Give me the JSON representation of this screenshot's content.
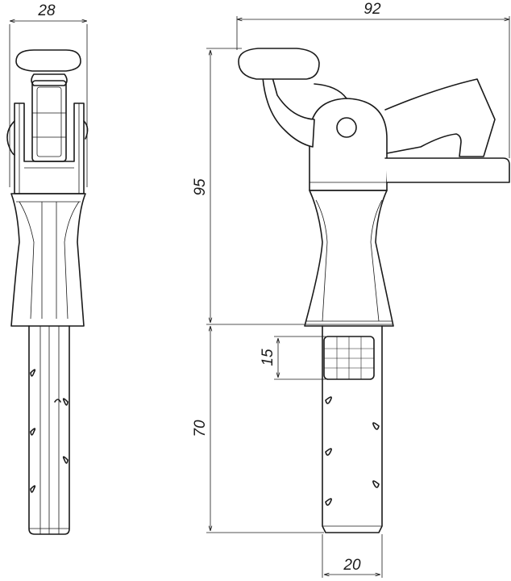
{
  "drawing": {
    "colors": {
      "line": "#1a1a1a",
      "background": "#ffffff"
    },
    "dimensions": {
      "side_width": "28",
      "overall_width": "92",
      "body_height": "95",
      "square_size": "15",
      "screw_length": "70",
      "screw_width": "20"
    }
  }
}
